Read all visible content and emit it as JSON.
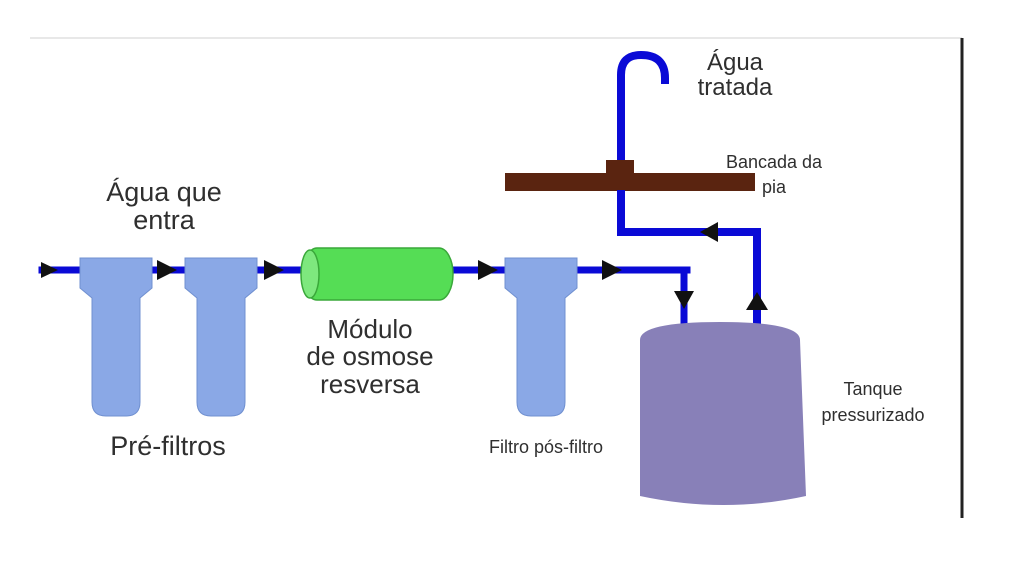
{
  "labels": {
    "inlet_line1": "Água que",
    "inlet_line2": "entra",
    "prefilters": "Pré-filtros",
    "ro_line1": "Módulo",
    "ro_line2": "de osmose",
    "ro_line3": "resversa",
    "post_filter": "Filtro pós-filtro",
    "outlet_line1": "Água",
    "outlet_line2": "tratada",
    "counter_line1": "Bancada da",
    "counter_line2": "pia",
    "tank_line1": "Tanque",
    "tank_line2": "pressurizado"
  },
  "colors": {
    "pipe": "#0a0ad6",
    "filter": "#8aa8e6",
    "ro_module": "#55dd55",
    "tank": "#8880b8",
    "counter": "#5a2410"
  }
}
